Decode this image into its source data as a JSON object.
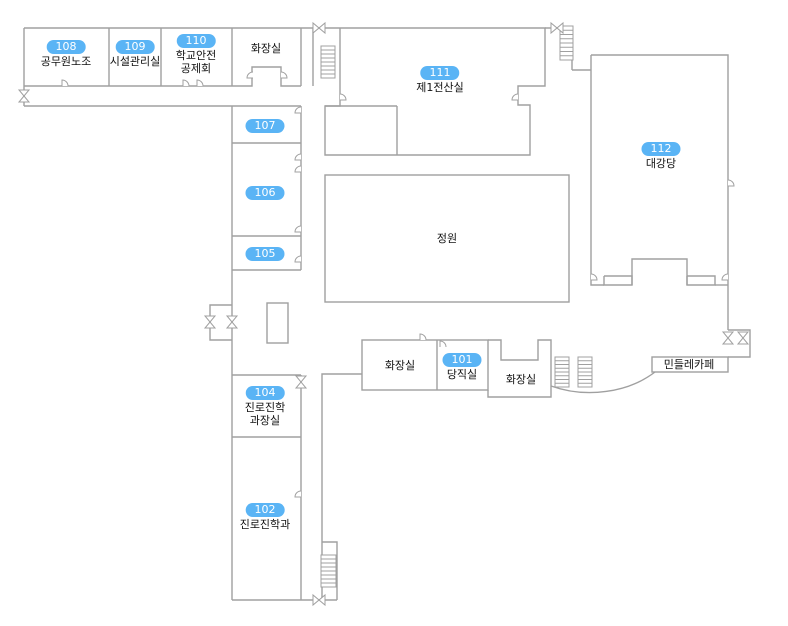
{
  "map": {
    "type": "floor-plan",
    "badge_color": "#5ab4f5",
    "wall_color": "#a0a0a0",
    "rooms": [
      {
        "id": "108",
        "number": "108",
        "name": "공무원노조"
      },
      {
        "id": "109",
        "number": "109",
        "name": "시설관리실"
      },
      {
        "id": "110",
        "number": "110",
        "name": "학교안전",
        "name2": "공제회"
      },
      {
        "id": "wc-top",
        "number": null,
        "name": "화장실"
      },
      {
        "id": "111",
        "number": "111",
        "name": "제1전산실"
      },
      {
        "id": "112",
        "number": "112",
        "name": "대강당"
      },
      {
        "id": "107",
        "number": "107",
        "name": ""
      },
      {
        "id": "106",
        "number": "106",
        "name": ""
      },
      {
        "id": "105",
        "number": "105",
        "name": ""
      },
      {
        "id": "garden",
        "number": null,
        "name": "정원"
      },
      {
        "id": "104",
        "number": "104",
        "name": "진로진학",
        "name2": "과장실"
      },
      {
        "id": "102",
        "number": "102",
        "name": "진로진학과"
      },
      {
        "id": "wc-left",
        "number": null,
        "name": "화장실"
      },
      {
        "id": "101",
        "number": "101",
        "name": "당직실"
      },
      {
        "id": "wc-right",
        "number": null,
        "name": "화장실"
      },
      {
        "id": "cafe",
        "number": null,
        "name": "민들레카페"
      }
    ]
  }
}
